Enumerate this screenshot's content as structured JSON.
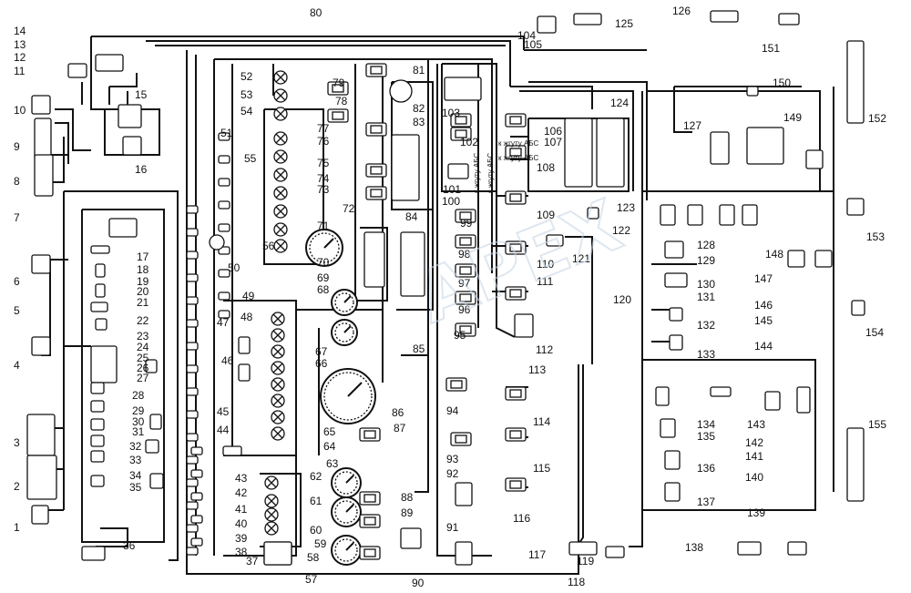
{
  "colors": {
    "line": "#111111",
    "watermark": "#c9d6e6"
  },
  "watermark": "APEX",
  "side_notes": [
    "к жгуту АБС",
    "к жгуту АБС"
  ],
  "labels": [
    "1",
    "2",
    "3",
    "4",
    "5",
    "6",
    "7",
    "8",
    "9",
    "10",
    "11",
    "12",
    "13",
    "14",
    "15",
    "16",
    "17",
    "18",
    "19",
    "20",
    "21",
    "22",
    "23",
    "24",
    "25",
    "26",
    "27",
    "28",
    "29",
    "30",
    "31",
    "32",
    "33",
    "34",
    "35",
    "36",
    "37",
    "38",
    "39",
    "40",
    "41",
    "42",
    "43",
    "44",
    "45",
    "46",
    "47",
    "48",
    "49",
    "50",
    "51",
    "52",
    "53",
    "54",
    "55",
    "56",
    "57",
    "58",
    "59",
    "60",
    "61",
    "62",
    "63",
    "64",
    "65",
    "66",
    "67",
    "68",
    "69",
    "70",
    "71",
    "72",
    "73",
    "74",
    "75",
    "76",
    "77",
    "78",
    "79",
    "80",
    "81",
    "82",
    "83",
    "84",
    "85",
    "86",
    "87",
    "88",
    "89",
    "90",
    "91",
    "92",
    "93",
    "94",
    "95",
    "96",
    "97",
    "98",
    "99",
    "100",
    "101",
    "102",
    "103",
    "104",
    "105",
    "106",
    "107",
    "108",
    "109",
    "110",
    "111",
    "112",
    "113",
    "114",
    "115",
    "116",
    "117",
    "118",
    "119",
    "120",
    "121",
    "122",
    "123",
    "124",
    "125",
    "126",
    "127",
    "128",
    "129",
    "130",
    "131",
    "132",
    "133",
    "134",
    "135",
    "136",
    "137",
    "138",
    "139",
    "140",
    "141",
    "142",
    "143",
    "144",
    "145",
    "146",
    "147",
    "148",
    "149",
    "150",
    "151",
    "152",
    "153",
    "154",
    "155"
  ]
}
